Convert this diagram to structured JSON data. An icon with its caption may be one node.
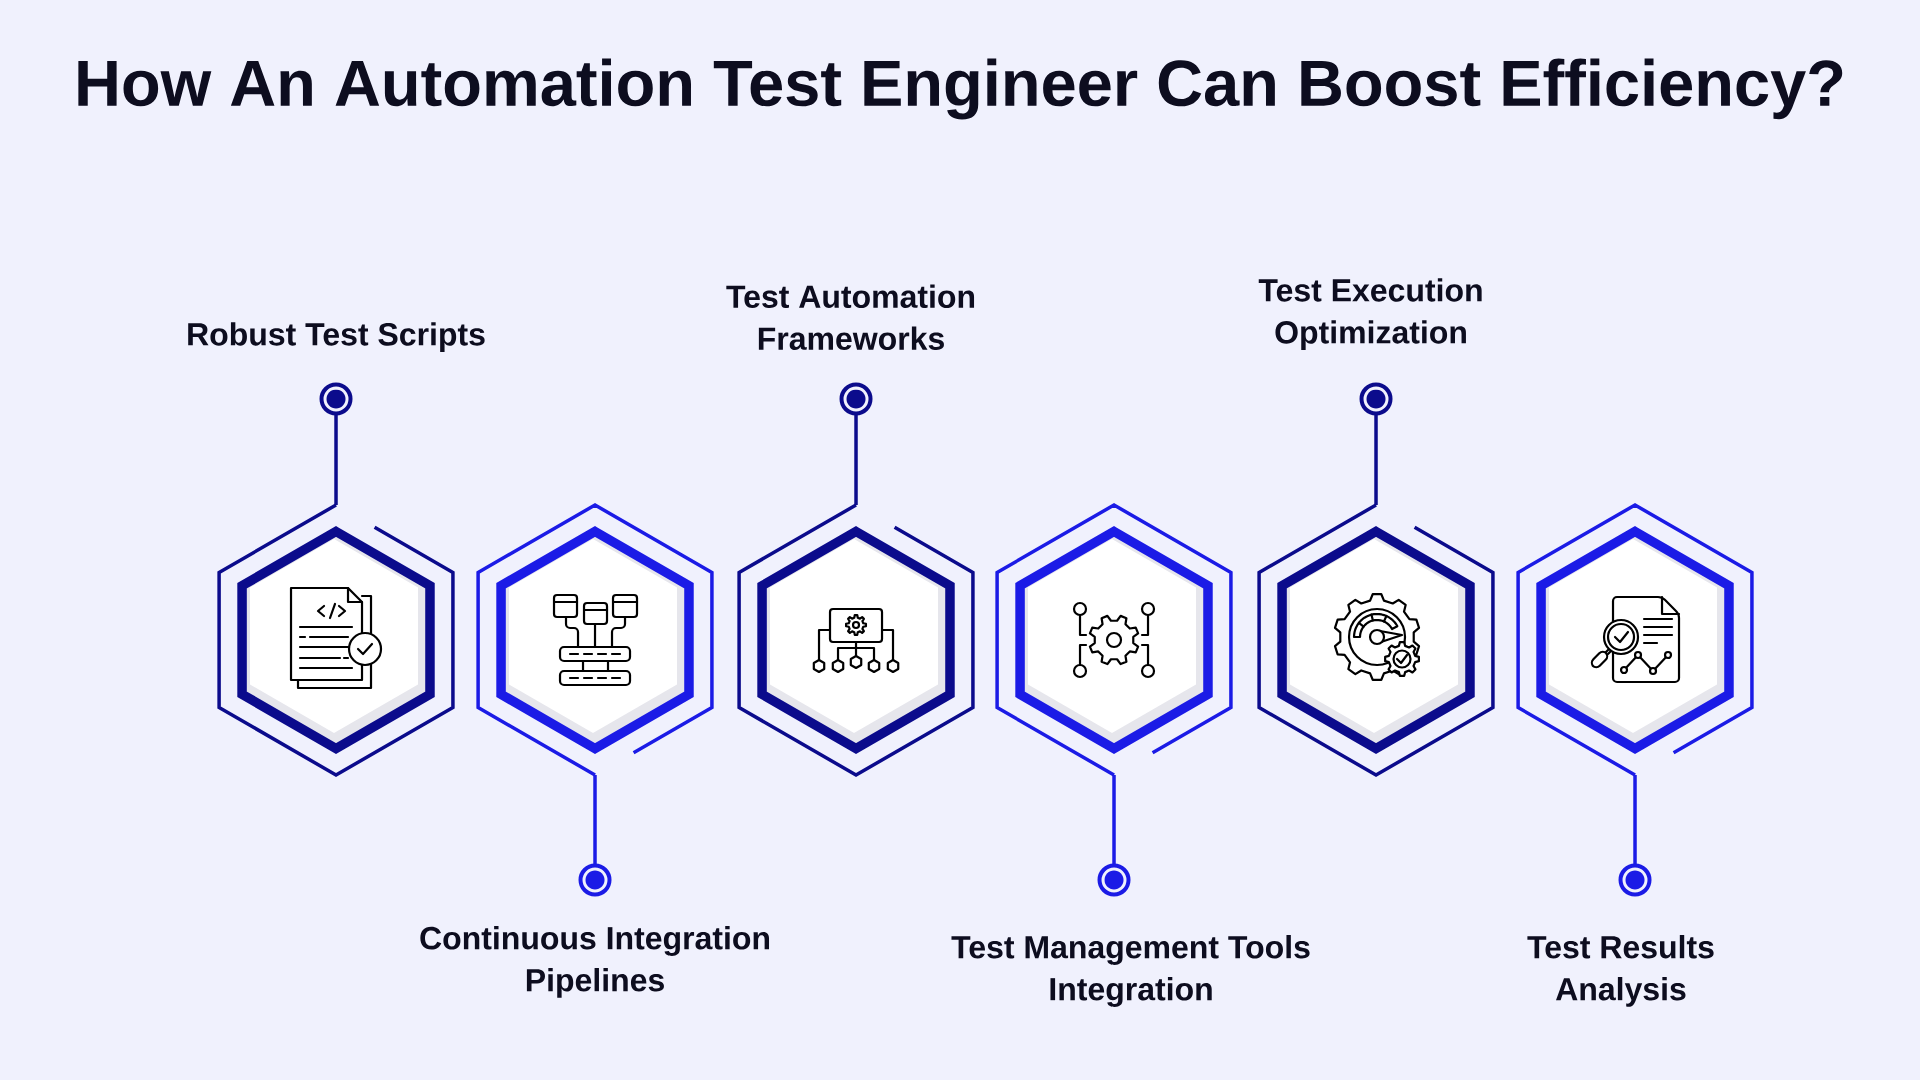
{
  "diagram": {
    "title": "How An Automation Test Engineer Can Boost Efficiency?",
    "nodes": [
      {
        "text": [
          "Robust Test Scripts"
        ]
      },
      {
        "text": [
          "Continuous Integration Pipelines"
        ]
      },
      {
        "text": [
          "Test Automation Frameworks"
        ]
      },
      {
        "text": [
          "Test Management Tools Integration"
        ]
      },
      {
        "text": [
          "Test Execution Optimization"
        ]
      },
      {
        "text": [
          "Test Results Analysis"
        ]
      },
      {
        "text": [],
        "shape": "hexagon"
      },
      {
        "text": [],
        "shape": "hexagon"
      },
      {
        "text": [],
        "shape": "hexagon"
      },
      {
        "text": [],
        "shape": "hexagon"
      },
      {
        "text": [],
        "shape": "hexagon"
      },
      {
        "text": [],
        "shape": "hexagon"
      }
    ],
    "edges": [
      {
        "from": 0,
        "to": 6,
        "arrow": "other",
        "color": "#0b0b8c"
      },
      {
        "from": 1,
        "to": 7,
        "arrow": "other",
        "color": "#1b1be6"
      },
      {
        "from": 2,
        "to": 8,
        "arrow": "other",
        "color": "#0b0b8c"
      },
      {
        "from": 3,
        "to": 9,
        "arrow": "other",
        "color": "#1b1be6"
      },
      {
        "from": 4,
        "to": 10,
        "arrow": "other",
        "color": "#0b0b8c"
      },
      {
        "from": 5,
        "to": 11,
        "arrow": "other",
        "color": "#1b1be6"
      }
    ]
  }
}
